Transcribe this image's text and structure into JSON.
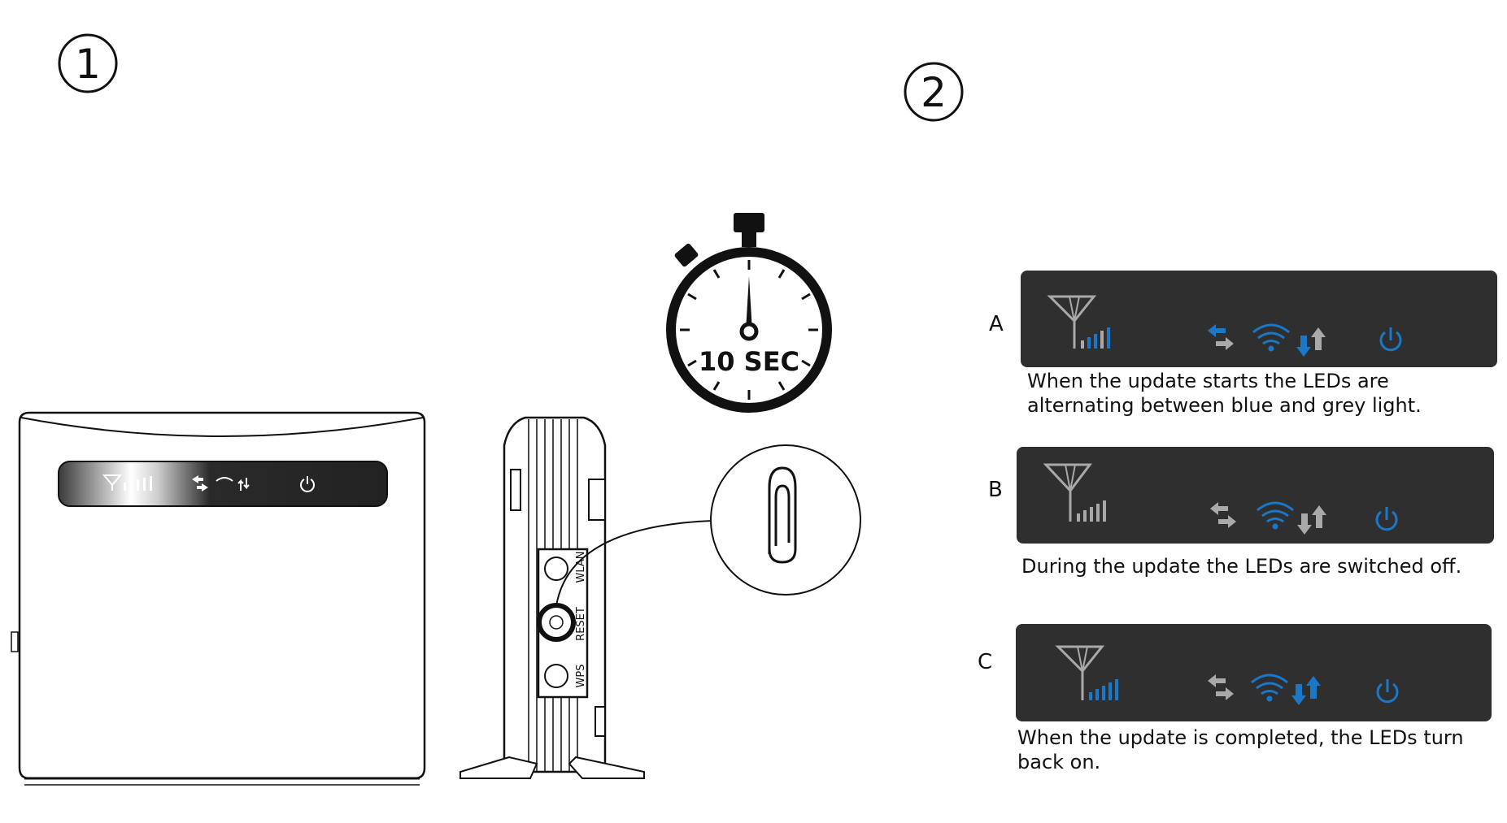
{
  "steps": {
    "step1_number": "1",
    "step2_number": "2"
  },
  "timer": {
    "label": "10 SEC"
  },
  "router_side": {
    "port_wlan": "WLAN",
    "port_reset": "RESET",
    "port_wps": "WPS"
  },
  "panels": [
    {
      "letter": "A",
      "caption": "When the update starts the LEDs are alternating between blue and grey light."
    },
    {
      "letter": "B",
      "caption": "During the update the LEDs are switched off."
    },
    {
      "letter": "C",
      "caption": "When the update is completed, the LEDs turn back on."
    }
  ],
  "colors": {
    "led_blue": "#1b78c9",
    "led_grey": "#a9a9a9",
    "panel_bg": "#2f2f2f",
    "outline": "#111111"
  },
  "icons": [
    "antenna-signal-icon",
    "data-transfer-icon",
    "wifi-icon",
    "up-down-arrows-icon",
    "power-icon",
    "stopwatch-icon",
    "paperclip-icon"
  ]
}
